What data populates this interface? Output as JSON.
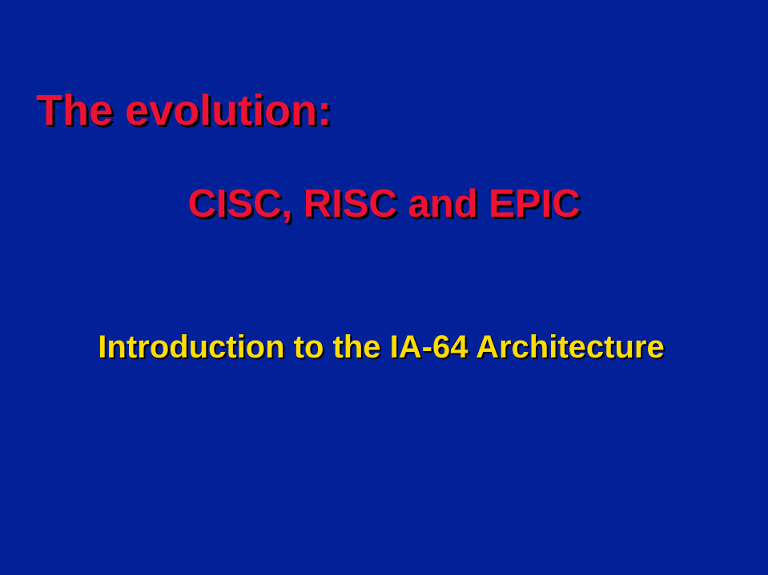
{
  "slide": {
    "background_color": "#022199",
    "heading": {
      "text": "The evolution:",
      "color": "#ee1133"
    },
    "subheading": {
      "text": "CISC, RISC and  EPIC",
      "color": "#ee1133"
    },
    "intro": {
      "text": "Introduction to the IA-64 Architecture",
      "color": "#ffdd00"
    }
  }
}
